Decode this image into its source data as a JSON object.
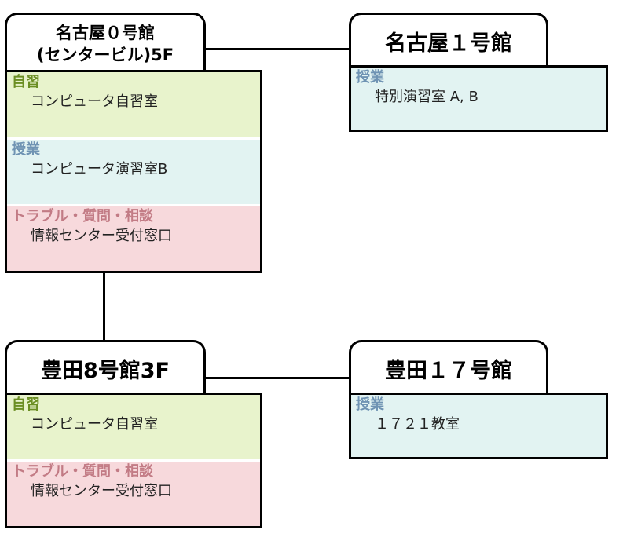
{
  "buildings": {
    "nagoya0": {
      "title_line1": "名古屋０号館",
      "title_line2": "(センタービル)5F",
      "sections": [
        {
          "heading": "自習",
          "text": "コンピュータ自習室"
        },
        {
          "heading": "授業",
          "text": "コンピュータ演習室B"
        },
        {
          "heading": "トラブル・質問・相談",
          "text": "情報センター受付窓口"
        }
      ]
    },
    "nagoya1": {
      "title": "名古屋１号館",
      "sections": [
        {
          "heading": "授業",
          "text": "特別演習室 A, B"
        }
      ]
    },
    "toyota8": {
      "title": "豊田8号館3F",
      "sections": [
        {
          "heading": "自習",
          "text": "コンピュータ自習室"
        },
        {
          "heading": "トラブル・質問・相談",
          "text": "情報センター受付窓口"
        }
      ]
    },
    "toyota17": {
      "title": "豊田１７号館",
      "sections": [
        {
          "heading": "授業",
          "text": "１７２１教室"
        }
      ]
    }
  },
  "colors": {
    "self_study": "#e8f3cc",
    "class": "#e2f3f2",
    "support": "#f7d9dc"
  }
}
